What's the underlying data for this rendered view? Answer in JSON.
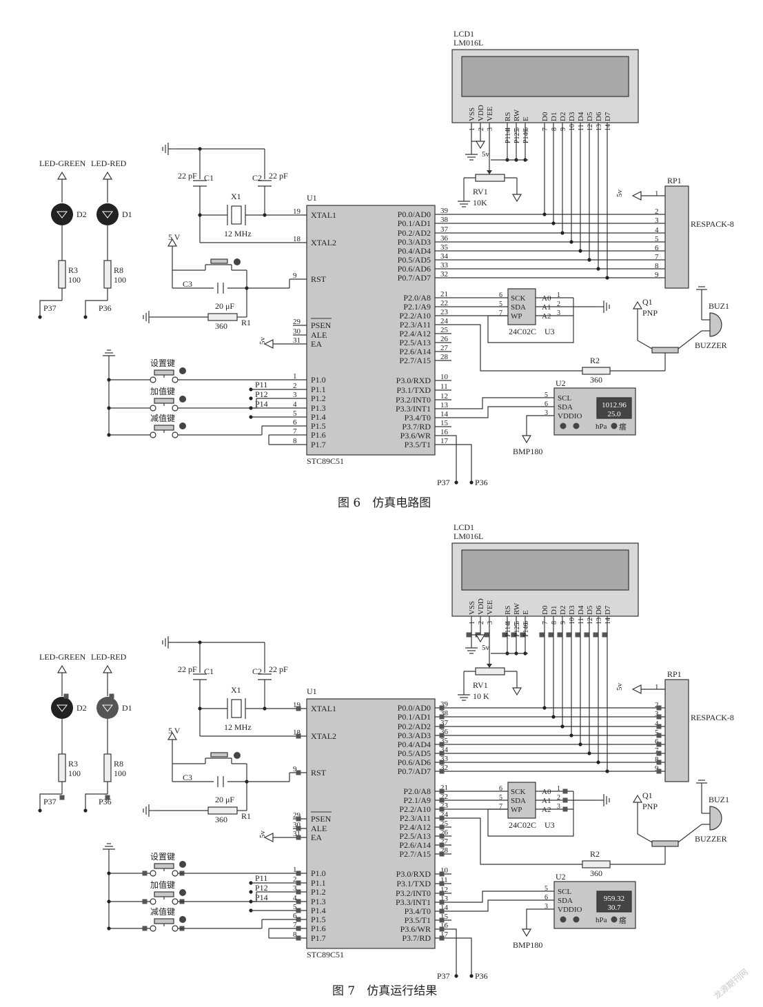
{
  "figure6": {
    "caption": "图 6　仿真电路图",
    "bmp_pressure": "1012.96",
    "bmp_temp": "25.0"
  },
  "figure7": {
    "caption": "图 7　仿真运行结果",
    "bmp_pressure": "959.32",
    "bmp_temp": "30.7"
  },
  "labels": {
    "lcd_name": "LCD1",
    "lcd_model": "LM016L",
    "lcd_pins": [
      "VSS",
      "VDD",
      "VEE",
      "RS",
      "RW",
      "E",
      "D0",
      "D1",
      "D2",
      "D3",
      "D4",
      "D5",
      "D6",
      "D7"
    ],
    "lcd_pin_nums": [
      "1",
      "2",
      "3",
      "4",
      "5",
      "6",
      "7",
      "8",
      "9",
      "10",
      "11",
      "12",
      "13",
      "14"
    ],
    "lcd_ctrl_nets": [
      "P114",
      "P125",
      "P146"
    ],
    "mcu_ref": "U1",
    "mcu_model": "STC89C51",
    "mcu_left_pins": [
      {
        "num": "19",
        "name": "XTAL1"
      },
      {
        "num": "18",
        "name": "XTAL2"
      },
      {
        "num": "9",
        "name": "RST"
      },
      {
        "num": "29",
        "name": "PSEN"
      },
      {
        "num": "30",
        "name": "ALE"
      },
      {
        "num": "31",
        "name": "EA"
      },
      {
        "num": "1",
        "name": "P1.0"
      },
      {
        "num": "2",
        "name": "P1.1"
      },
      {
        "num": "3",
        "name": "P1.2"
      },
      {
        "num": "4",
        "name": "P1.3"
      },
      {
        "num": "5",
        "name": "P1.4"
      },
      {
        "num": "6",
        "name": "P1.5"
      },
      {
        "num": "7",
        "name": "P1.6"
      },
      {
        "num": "8",
        "name": "P1.7"
      }
    ],
    "mcu_p0": [
      {
        "num": "39",
        "name": "P0.0/AD0"
      },
      {
        "num": "38",
        "name": "P0.1/AD1"
      },
      {
        "num": "37",
        "name": "P0.2/AD2"
      },
      {
        "num": "36",
        "name": "P0.3/AD3"
      },
      {
        "num": "35",
        "name": "P0.4/AD4"
      },
      {
        "num": "34",
        "name": "P0.5/AD5"
      },
      {
        "num": "33",
        "name": "P0.6/AD6"
      },
      {
        "num": "32",
        "name": "P0.7/AD7"
      }
    ],
    "mcu_p2": [
      {
        "num": "21",
        "name": "P2.0/A8"
      },
      {
        "num": "22",
        "name": "P2.1/A9"
      },
      {
        "num": "23",
        "name": "P2.2/A10"
      },
      {
        "num": "24",
        "name": "P2.3/A11"
      },
      {
        "num": "25",
        "name": "P2.4/A12"
      },
      {
        "num": "26",
        "name": "P2.5/A13"
      },
      {
        "num": "27",
        "name": "P2.6/A14"
      },
      {
        "num": "28",
        "name": "P2.7/A15"
      }
    ],
    "mcu_p3": [
      {
        "num": "10",
        "name": "P3.0/RXD"
      },
      {
        "num": "11",
        "name": "P3.1/TXD"
      },
      {
        "num": "12",
        "name": "P3.2/INT0"
      },
      {
        "num": "13",
        "name": "P3.3/INT1"
      },
      {
        "num": "14",
        "name": "P3.4/T0"
      },
      {
        "num": "15",
        "name": "P3.7/RD"
      },
      {
        "num": "16",
        "name": "P3.6/WR"
      },
      {
        "num": "17",
        "name": "P3.5/T1"
      }
    ],
    "mcu_p3_fig7": [
      {
        "num": "10",
        "name": "P3.0/RXD"
      },
      {
        "num": "11",
        "name": "P3.1/TXD"
      },
      {
        "num": "12",
        "name": "P3.2/INT0"
      },
      {
        "num": "13",
        "name": "P3.3/INT1"
      },
      {
        "num": "14",
        "name": "P3.4/T0"
      },
      {
        "num": "15",
        "name": "P3.5/T1"
      },
      {
        "num": "16",
        "name": "P3.6/WR"
      },
      {
        "num": "17",
        "name": "P3.7/RD"
      }
    ],
    "net_p11": "P11",
    "net_p12": "P12",
    "net_p14": "P14",
    "net_p36": "P36",
    "net_p37": "P37",
    "led_green": "LED-GREEN",
    "led_red": "LED-RED",
    "d2": "D2",
    "d1": "D1",
    "r3": "R3",
    "r8": "R8",
    "r_100": "100",
    "c1": "C1",
    "c2": "C2",
    "c3": "C3",
    "cap_22pf": "22 pF",
    "x1": "X1",
    "crystal": "12 MHz",
    "v5": "5 V",
    "v5s": "5v",
    "c3_val": "20 μF",
    "r1": "R1",
    "r_360": "360",
    "rv1": "RV1",
    "rv1_val": "10K",
    "rv1_val7": "10 K",
    "rp1": "RP1",
    "respack": "RESPACK-8",
    "eeprom": "24C02C",
    "u3": "U3",
    "eeprom_pins_left": [
      {
        "num": "6",
        "name": "SCK"
      },
      {
        "num": "5",
        "name": "SDA"
      },
      {
        "num": "7",
        "name": "WP"
      }
    ],
    "eeprom_pins_right": [
      {
        "num": "1",
        "name": "A0"
      },
      {
        "num": "2",
        "name": "A1"
      },
      {
        "num": "3",
        "name": "A2"
      }
    ],
    "q1": "Q1",
    "pnp": "PNP",
    "buz1": "BUZ1",
    "buzzer": "BUZZER",
    "r2": "R2",
    "u2": "U2",
    "bmp": "BMP180",
    "bmp_pins": [
      {
        "num": "5",
        "name": "SCL"
      },
      {
        "num": "6",
        "name": "SDA"
      },
      {
        "num": "3",
        "name": "VDDIO"
      }
    ],
    "bmp_hpa": "hPa",
    "bmp_sym": "瘩",
    "key_set": "设置键",
    "key_add": "加值键",
    "key_sub": "减值键"
  },
  "watermark": "龙源期刊网"
}
